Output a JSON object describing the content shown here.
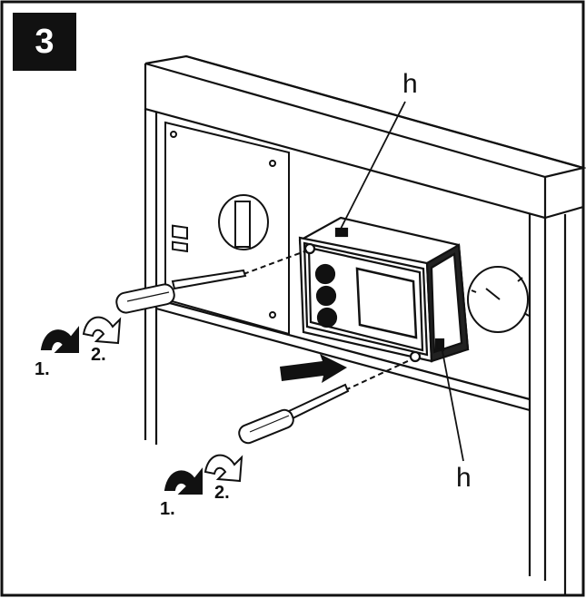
{
  "step_number": "3",
  "labels": {
    "h_top": "h",
    "h_bottom": "h",
    "turn_1": "1.",
    "turn_2": "2."
  },
  "colors": {
    "ink": "#111111",
    "paper": "#ffffff",
    "badge": "#111111"
  }
}
